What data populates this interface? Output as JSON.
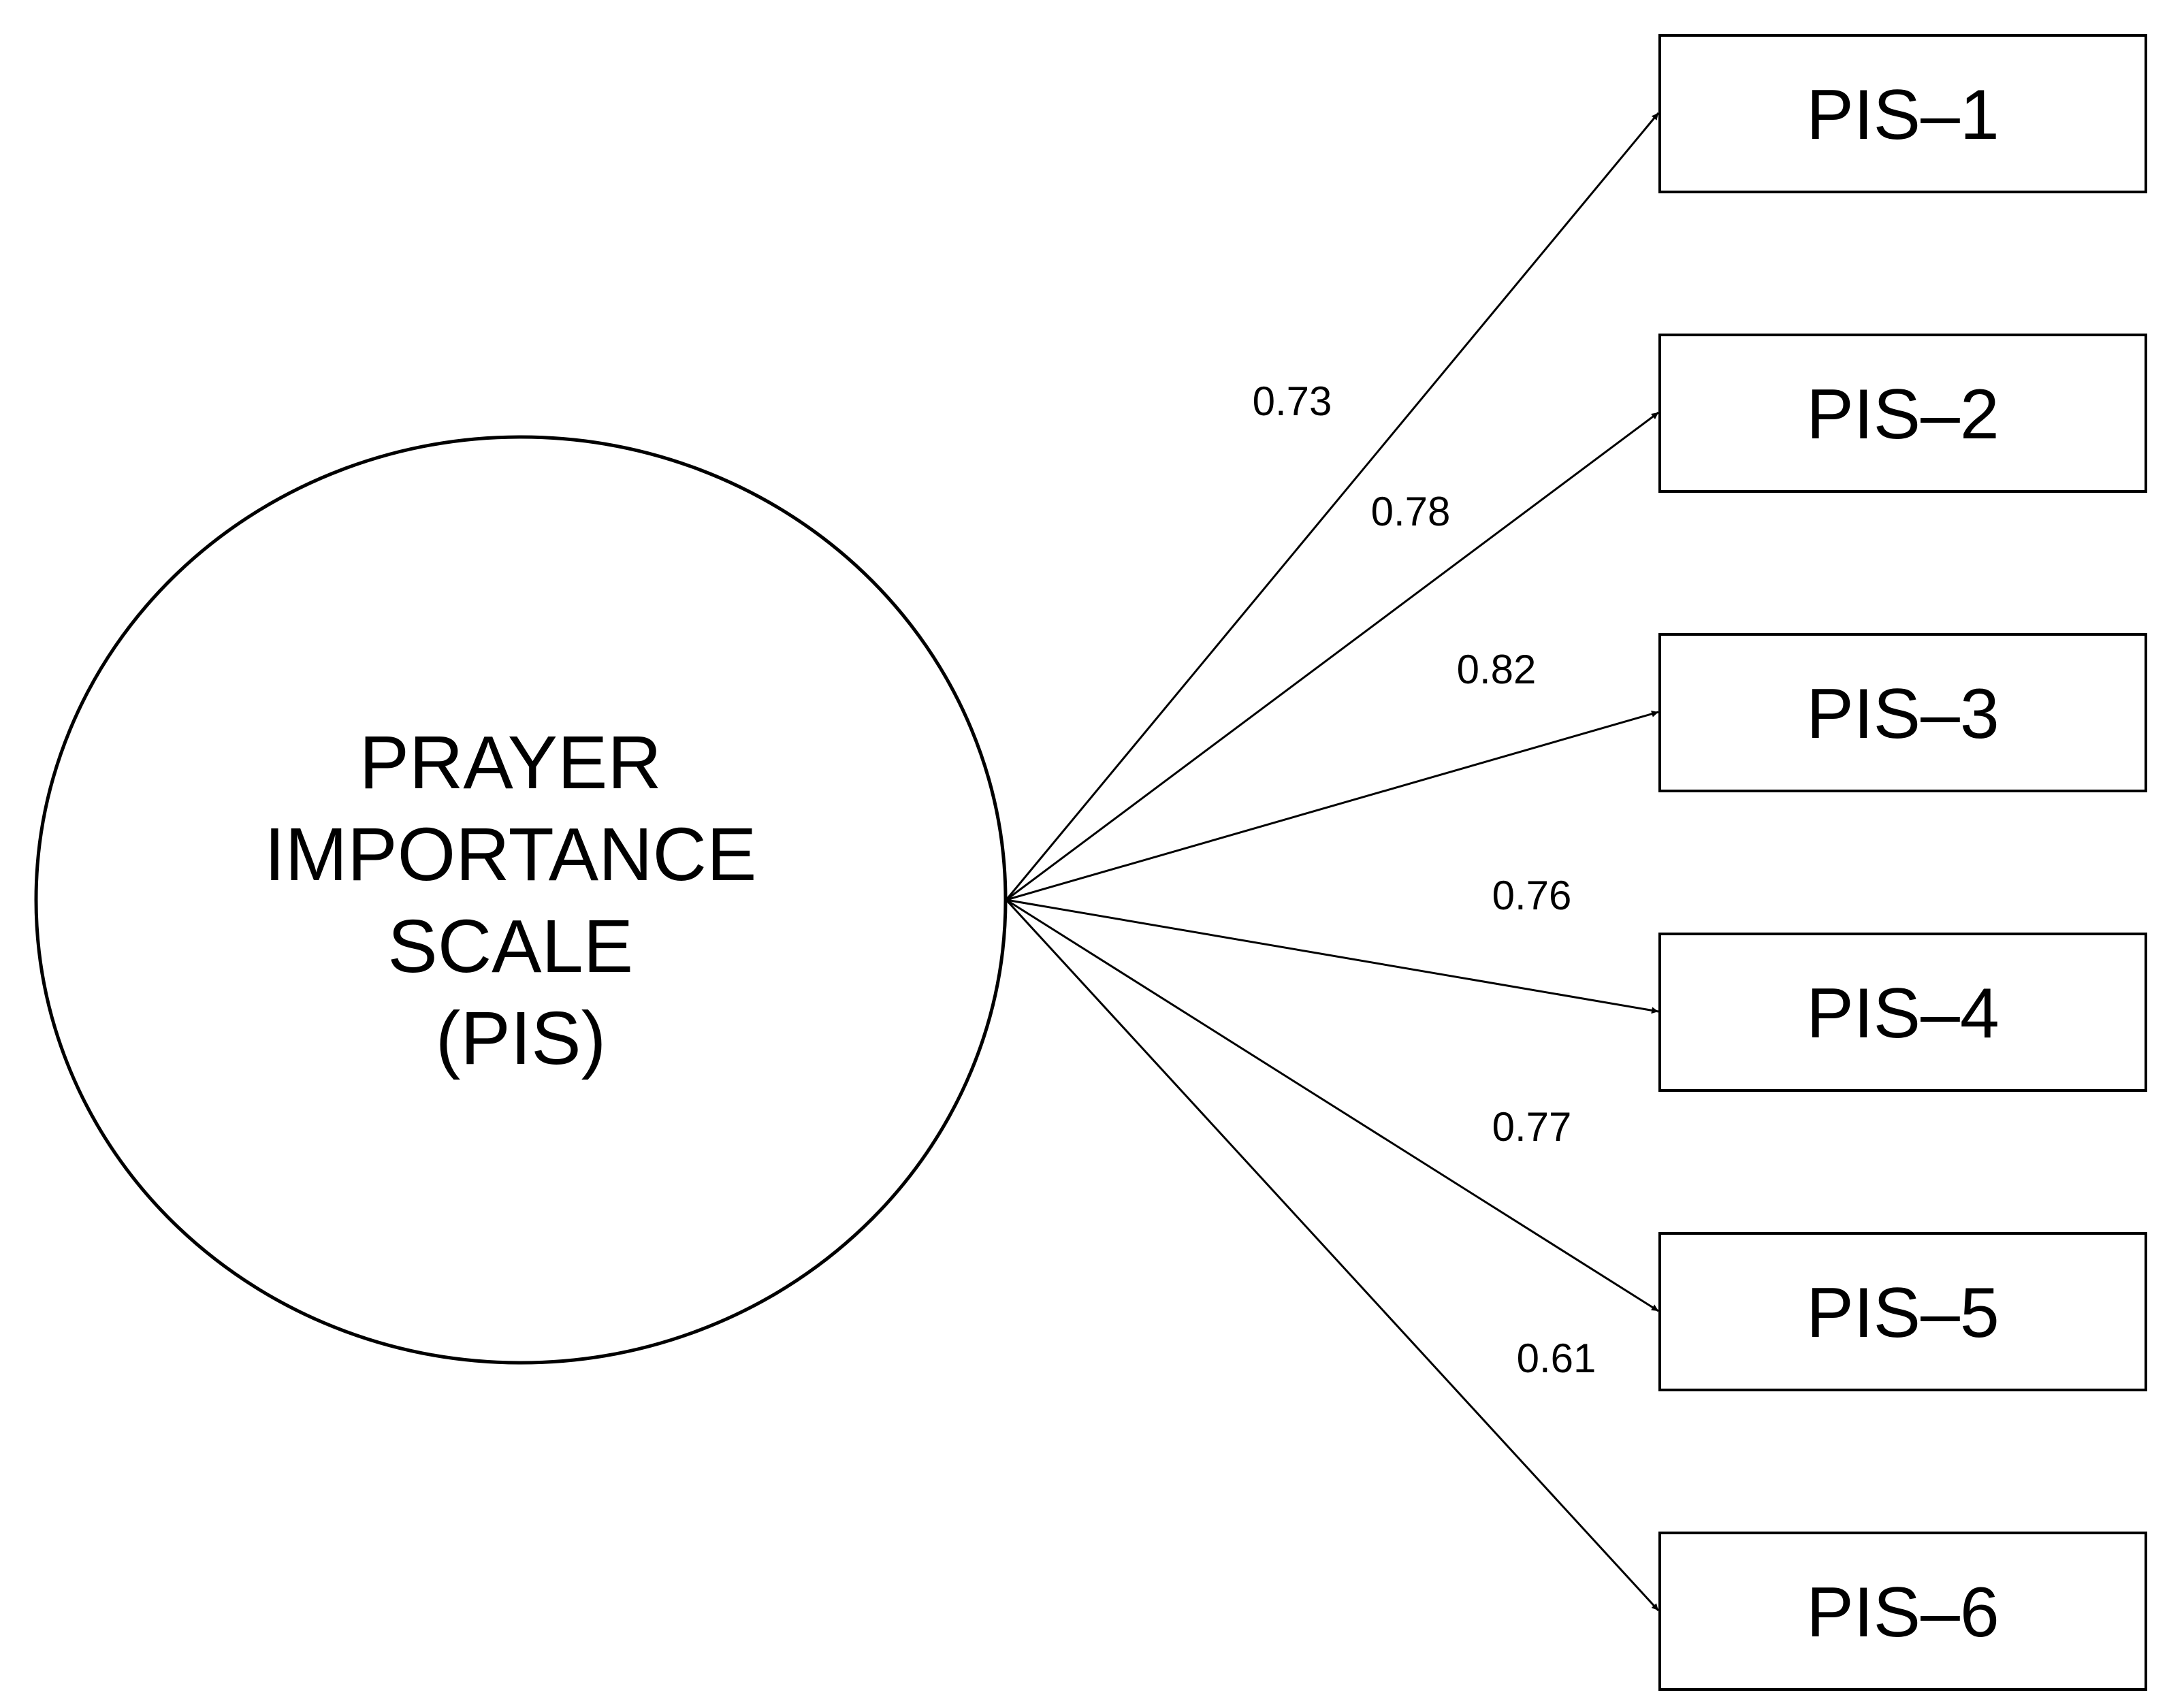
{
  "latent": {
    "lines": [
      "PRAYER",
      "IMPORTANCE",
      "SCALE",
      "(PIS)"
    ]
  },
  "indicators": [
    {
      "label": "PIS–1",
      "loading": "0.73"
    },
    {
      "label": "PIS–2",
      "loading": "0.78"
    },
    {
      "label": "PIS–3",
      "loading": "0.82"
    },
    {
      "label": "PIS–4",
      "loading": "0.76"
    },
    {
      "label": "PIS–5",
      "loading": "0.77"
    },
    {
      "label": "PIS–6",
      "loading": "0.61"
    }
  ],
  "colors": {
    "stroke": "#000000",
    "background": "#ffffff"
  }
}
